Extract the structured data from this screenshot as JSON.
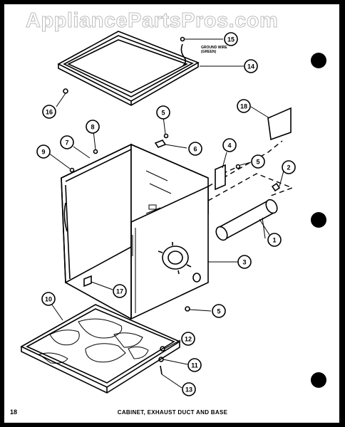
{
  "watermark": "AppliancePartsPros.com",
  "wire_note_line1": "GROUND WIRE",
  "wire_note_line2": "(GREEN)",
  "page_number": "18",
  "caption": "CABINET, EXHAUST DUCT AND BASE",
  "callouts": [
    "15",
    "14",
    "16",
    "5",
    "6",
    "8",
    "7",
    "9",
    "18",
    "4",
    "5",
    "2",
    "1",
    "3",
    "17",
    "10",
    "5",
    "12",
    "11",
    "13"
  ],
  "colors": {
    "background": "#000000",
    "paper": "#ffffff",
    "ink": "#000000"
  }
}
